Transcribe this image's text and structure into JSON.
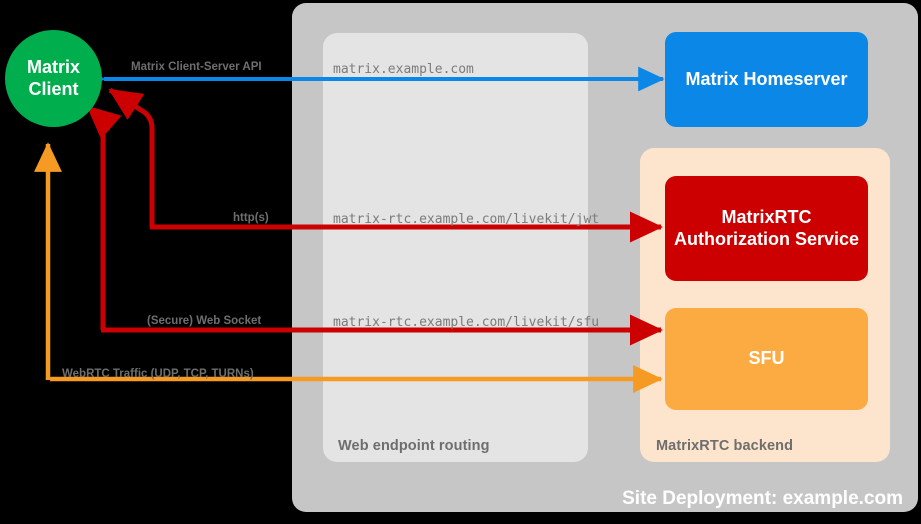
{
  "site": {
    "caption": "Site Deployment: example.com",
    "panels": [
      {
        "name": "web-endpoint-routing",
        "caption": "Web endpoint routing"
      },
      {
        "name": "matrixrtc-backend",
        "caption": "MatrixRTC backend"
      }
    ]
  },
  "nodes": {
    "client": {
      "line1": "Matrix",
      "line2": "Client",
      "color": "#00ae4d"
    },
    "homeserver": {
      "label": "Matrix Homeserver",
      "color": "#0b87e8"
    },
    "auth_service": {
      "label": "MatrixRTC Authorization Service",
      "color": "#cc0000"
    },
    "sfu": {
      "label": "SFU",
      "color": "#fcab42"
    }
  },
  "connections": [
    {
      "name": "client-server-api",
      "protocol_label": "Matrix Client-Server API",
      "endpoint": "matrix.example.com",
      "color": "#0b87e8",
      "direction": "bidirectional"
    },
    {
      "name": "livekit-jwt",
      "protocol_label": "http(s)",
      "endpoint": "matrix-rtc.example.com/livekit/jwt",
      "color": "#cc0000",
      "direction": "bidirectional"
    },
    {
      "name": "livekit-sfu",
      "protocol_label": "(Secure) Web Socket",
      "endpoint": "matrix-rtc.example.com/livekit/sfu",
      "color": "#cc0000",
      "direction": "bidirectional"
    },
    {
      "name": "webrtc-traffic",
      "protocol_label": "WebRTC Traffic (UDP, TCP, TURNs)",
      "endpoint": "",
      "color": "#f59b23",
      "direction": "bidirectional"
    }
  ]
}
